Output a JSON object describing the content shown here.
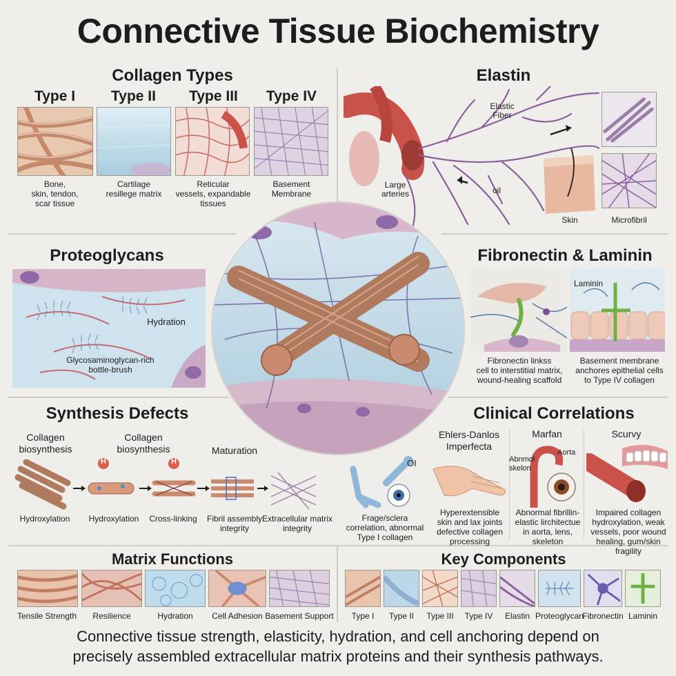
{
  "title": "Connective Tissue Biochemistry",
  "collagen": {
    "heading": "Collagen Types",
    "types": [
      {
        "name": "Type I",
        "desc": [
          "Bone,",
          "skin, tendon,",
          "scar tissue"
        ]
      },
      {
        "name": "Type II",
        "desc": [
          "Cartilage",
          "resillege matrix"
        ]
      },
      {
        "name": "Type III",
        "desc": [
          "Reticular",
          "vessels, expandable",
          "tissues"
        ]
      },
      {
        "name": "Type IV",
        "desc": [
          "Basement",
          "Membrane"
        ]
      }
    ]
  },
  "elastin": {
    "heading": "Elastin",
    "fiber_label": [
      "Elastic",
      "Fiber"
    ],
    "arteries_label": [
      "Large",
      "arteries"
    ],
    "coil_label": "oil",
    "skin_label": "Skin",
    "microfibril_label": "Microfibril"
  },
  "proteoglycans": {
    "heading": "Proteoglycans",
    "hydration": "Hydration",
    "caption": [
      "Glycosaminoglycan-rich",
      "bottle-brush"
    ]
  },
  "fibronectin": {
    "heading": "Fibronectin & Laminin",
    "laminin_label": "Laminin",
    "fibro_caption": [
      "Fibronectin linkss",
      "cell to interstitial matrix,",
      "wound-healing scaffold"
    ],
    "laminin_caption": [
      "Basement membrane",
      "anchores epithelial cells",
      "to Type IV collagen"
    ]
  },
  "synthesis": {
    "heading": "Synthesis Defects",
    "top_labels": [
      [
        "Collagen",
        "biosynthesis"
      ],
      [
        "Collagen",
        "biosynthesis"
      ],
      [
        "Maturation"
      ]
    ],
    "h_symbol": "H",
    "steps": [
      "Hydroxylation",
      "Hydroxylation",
      "Cross-linking",
      [
        "Fibril assembly",
        "integrity"
      ],
      [
        "Extracellular matrix",
        "integrity"
      ]
    ]
  },
  "clinical": {
    "heading": "Clinical Correlations",
    "columns": [
      {
        "title": [
          "Ehlers-Danlos",
          "Imperfecta"
        ],
        "caption": [
          "Hyperextensible",
          "skin and lax joints",
          "defective collagen",
          "processing"
        ]
      },
      {
        "title": [
          "Marfan"
        ],
        "caption": [
          "Abnormal fibrillin-",
          "elastic lirchitectue",
          "in aorta, lens,",
          "skeleton"
        ]
      },
      {
        "title": [
          "Scurvy"
        ],
        "caption": [
          "Impaired collagen",
          "hydroxylation, weak",
          "vessels, poor wound",
          "healing, gum/skin fragility"
        ]
      }
    ],
    "oi_label": "OI",
    "oi_caption": [
      "Frage/sclera",
      "correlation, abnormal",
      "Type I collagen"
    ],
    "aorta_label": "Aorta",
    "abnormal_label": [
      "Abnmol",
      "skelon"
    ]
  },
  "matrix_functions": {
    "heading": "Matrix Functions",
    "items": [
      "Tensile Strength",
      "Resilience",
      "Hydration",
      "Cell Adhesion",
      "Basement Support"
    ]
  },
  "key_components": {
    "heading": "Key Components",
    "items": [
      "Type I",
      "Type II",
      "Type III",
      "Type IV",
      "Elastin",
      "Proteoglycan",
      "Fibronectin",
      "Laminin"
    ]
  },
  "footer": [
    "Connective tissue strength, elasticity, hydration, and cell anchoring depend on",
    "precisely assembled extracellular matrix proteins and their synthesis pathways."
  ],
  "colors": {
    "collagen": "#c98a70",
    "elastin": "#8a5f9e",
    "water": "#bcdbe8",
    "vessel": "#c9524a",
    "green": "#7ab845"
  }
}
